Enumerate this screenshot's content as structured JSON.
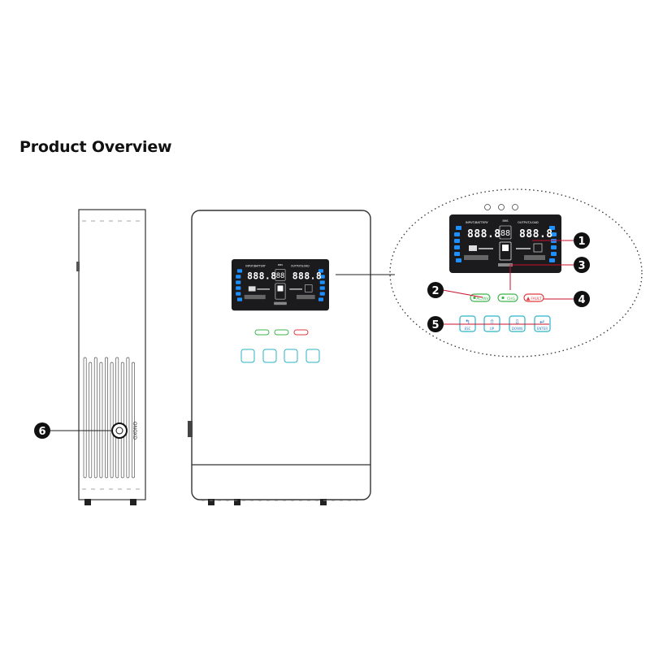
{
  "page": {
    "title": "Product Overview"
  },
  "callouts": [
    {
      "number": "1"
    },
    {
      "number": "2"
    },
    {
      "number": "3"
    },
    {
      "number": "4"
    },
    {
      "number": "5"
    },
    {
      "number": "6"
    }
  ],
  "side_view": {
    "brand_text": "ONOXD"
  },
  "lcd": {
    "left_label": "INPUT/BATTERY",
    "right_label": "OUTPUT/LOAD",
    "center_label": "BMS",
    "left_digits": "888.8",
    "right_digits": "888.8",
    "center_digits": "88"
  },
  "indicators": [
    {
      "label": "AC/INV",
      "color": "#3cb54a"
    },
    {
      "label": "CHG",
      "color": "#3cb54a"
    },
    {
      "label": "FAULT",
      "color": "#e03a3e"
    }
  ],
  "buttons": [
    {
      "label": "ESC",
      "glyph": "↰"
    },
    {
      "label": "UP",
      "glyph": "⇧"
    },
    {
      "label": "DOWN",
      "glyph": "⇩"
    },
    {
      "label": "ENTER",
      "glyph": "↵"
    }
  ],
  "colors": {
    "lcd_blue": "#1e90ff",
    "button_teal": "#2ab3c6",
    "callout": "#111111"
  }
}
